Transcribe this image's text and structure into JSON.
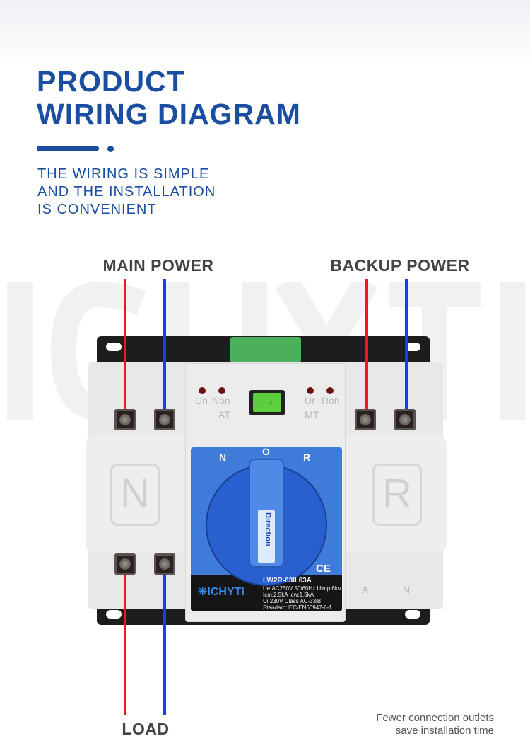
{
  "header": {
    "title_line1": "PRODUCT",
    "title_line2": "WIRING DIAGRAM",
    "subtitle_lines": [
      "THE WIRING IS SIMPLE",
      "AND THE INSTALLATION",
      "IS CONVENIENT"
    ]
  },
  "watermark": "ICHYTI",
  "labels": {
    "main_power": "MAIN POWER",
    "backup_power": "BACKUP POWER",
    "load": "LOAD"
  },
  "device": {
    "indicators": [
      "Un",
      "Non",
      "Ur",
      "Ron"
    ],
    "mode_left": "AT",
    "mode_right": "MT",
    "switch_dir": {
      "left": "N",
      "center": "O",
      "right": "R"
    },
    "handle_text": "Direction",
    "side_left": "N",
    "side_right": "R",
    "bottom_right": [
      "A",
      "N"
    ],
    "brand": "ICHYTI",
    "cert": "CE",
    "model": "LW2R-63II  63A",
    "specs": [
      "Ue:AC230V  50/60Hz  Uimp:6kV",
      "Icm:2.5kA    Icw:1.5kA",
      "Ui:230V      Class   AC-33iB",
      "Standard:IEC/EN60947-6-1"
    ]
  },
  "note_lines": [
    "Fewer connection outlets",
    "save installation time"
  ],
  "colors": {
    "brand_blue": "#1b4ea1",
    "live_wire": "#f01818",
    "neutral_wire": "#1a3cf0"
  }
}
